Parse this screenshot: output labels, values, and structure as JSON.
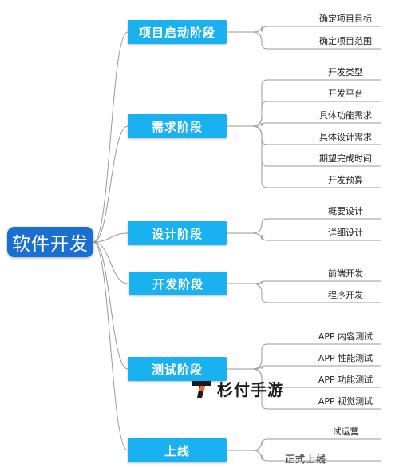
{
  "diagram": {
    "root": "软件开发",
    "stages": [
      {
        "label": "项目启动阶段",
        "children": [
          "确定项目目标",
          "确定项目范围"
        ]
      },
      {
        "label": "需求阶段",
        "children": [
          "开发类型",
          "开发平台",
          "具体功能需求",
          "具体设计需求",
          "期望完成时间",
          "开发预算"
        ]
      },
      {
        "label": "设计阶段",
        "children": [
          "概要设计",
          "详细设计"
        ]
      },
      {
        "label": "开发阶段",
        "children": [
          "前端开发",
          "程序开发"
        ]
      },
      {
        "label": "测试阶段",
        "children": [
          "APP 内容测试",
          "APP 性能测试",
          "APP 功能测试",
          "APP 视觉测试"
        ]
      },
      {
        "label": "上线",
        "children": [
          "试运营",
          "正式上线"
        ]
      }
    ]
  },
  "watermark": {
    "text": "杉付手游"
  },
  "colors": {
    "root_fill": "#1a6fd1",
    "stage_fill": "#19b1f0",
    "connector": "#9a9a9a"
  }
}
